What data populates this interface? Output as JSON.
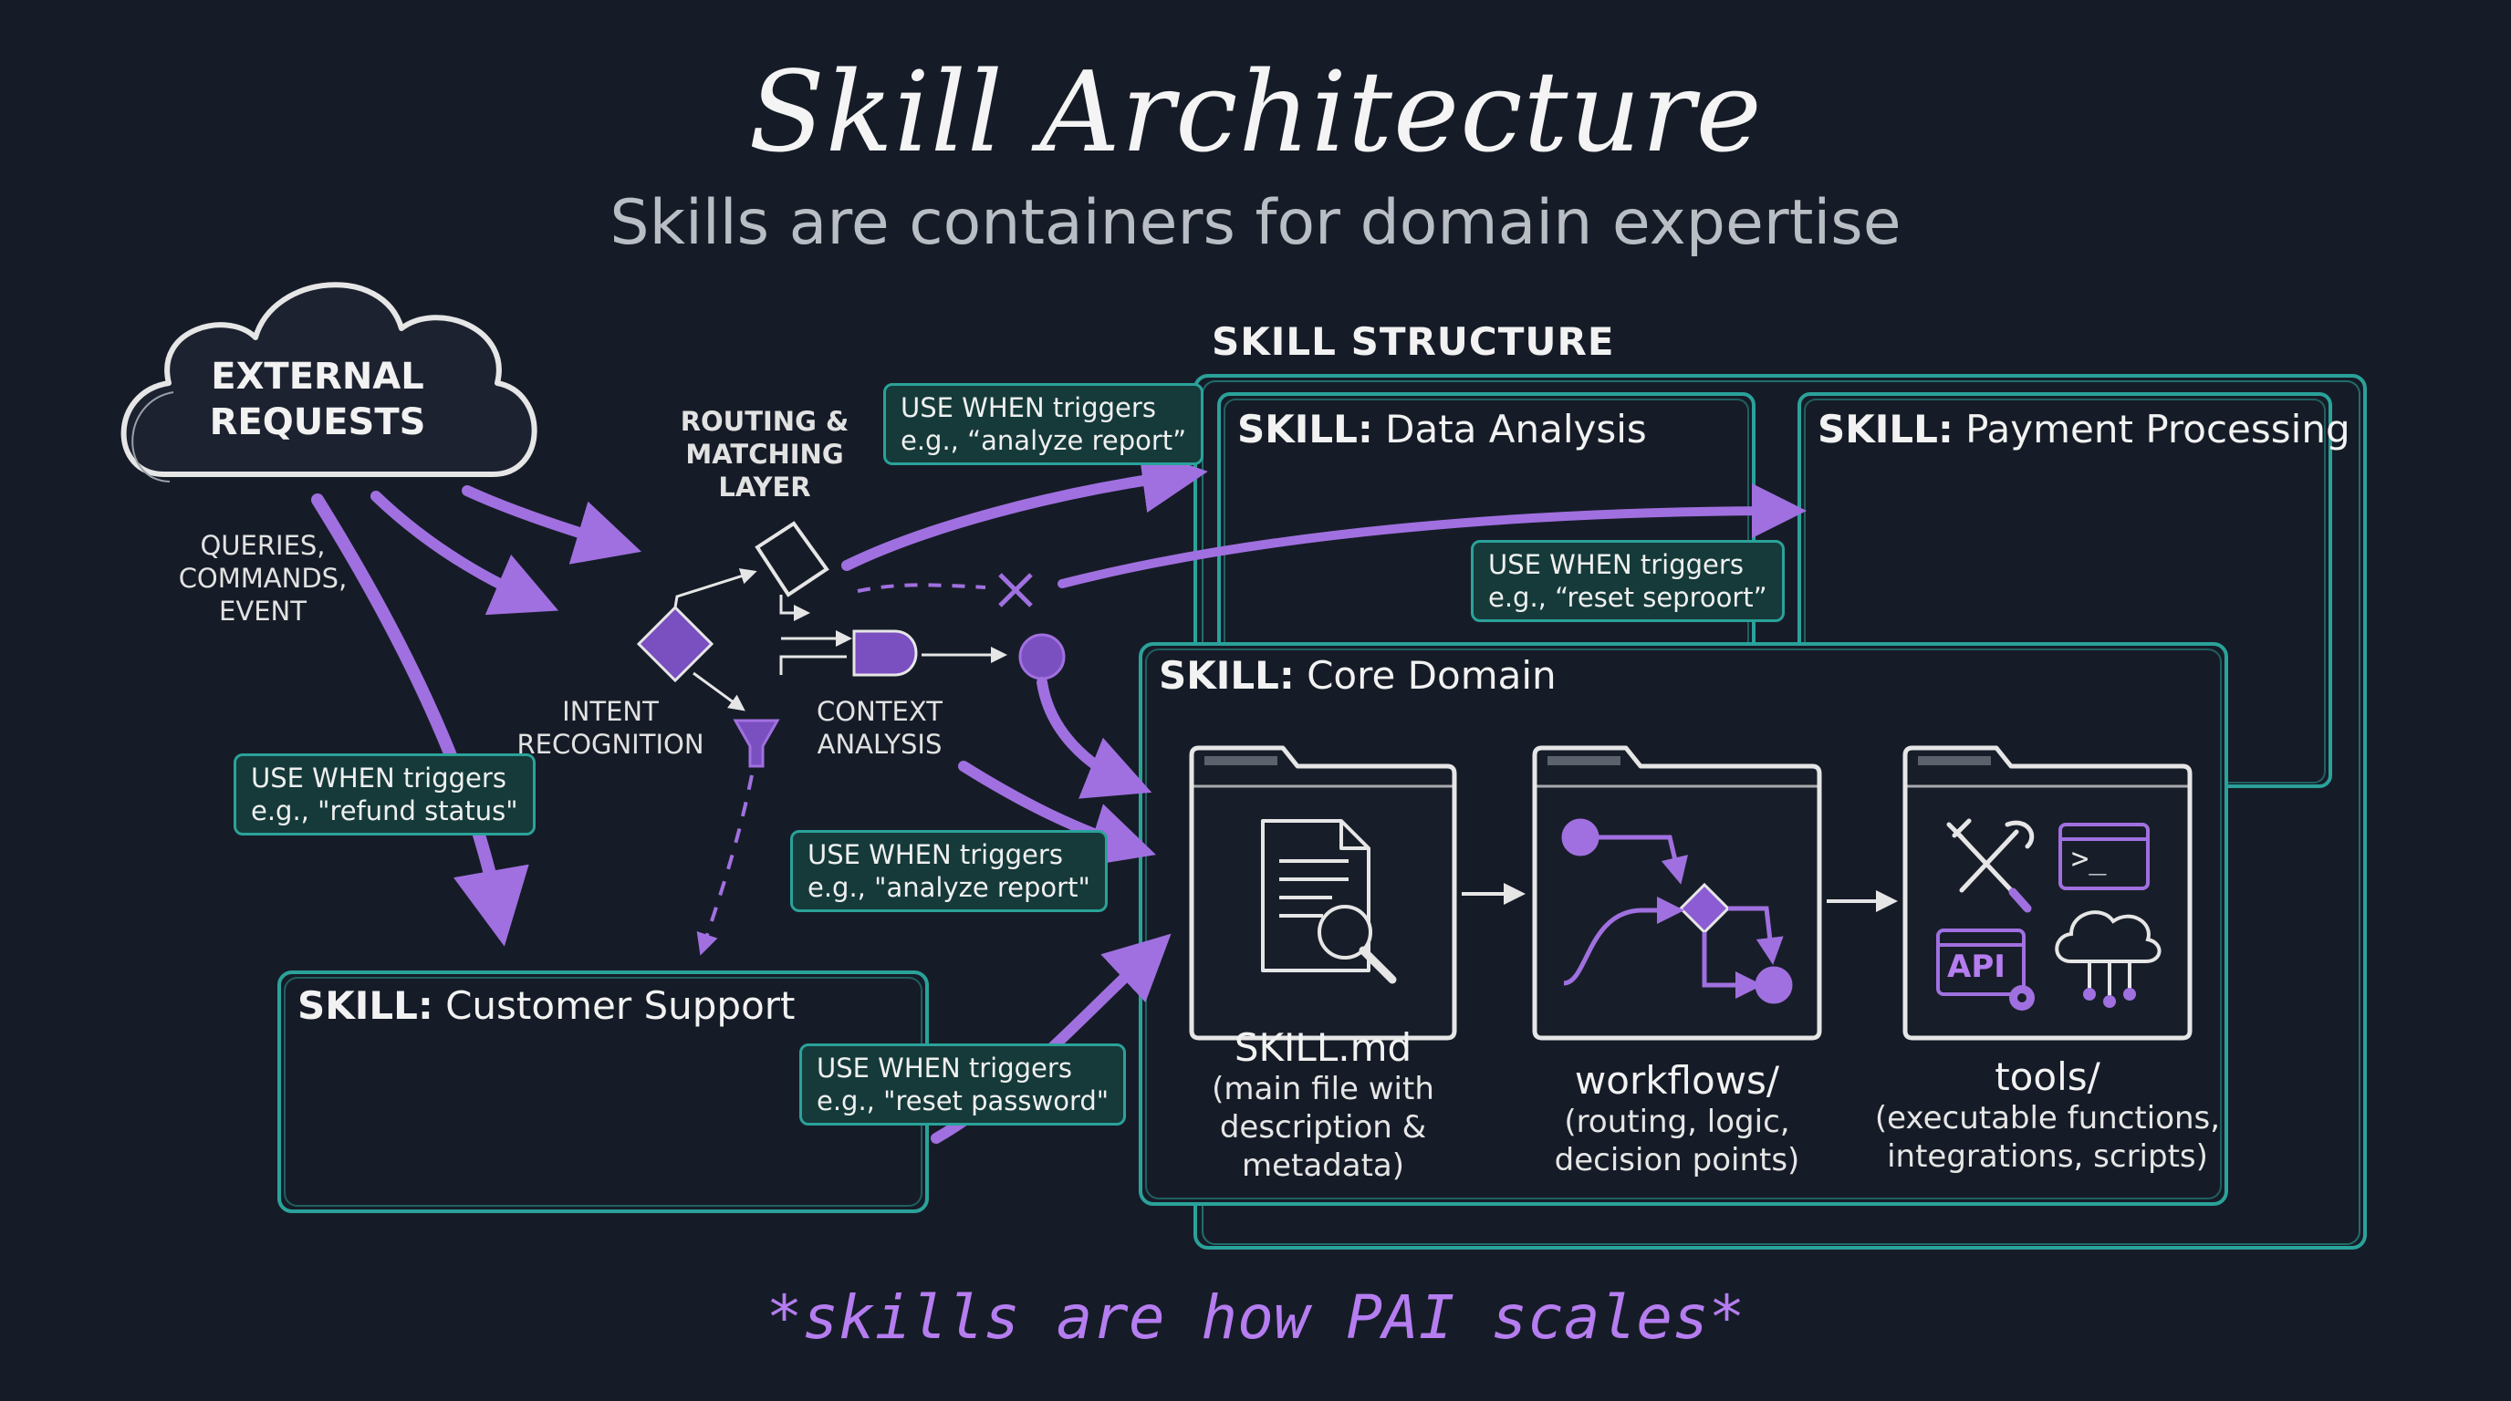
{
  "title": "Skill Architecture",
  "subtitle": "Skills are containers for domain expertise",
  "cloud": {
    "label_line1": "EXTERNAL",
    "label_line2": "REQUESTS"
  },
  "request_types": [
    "QUERIES,",
    "COMMANDS,",
    "EVENT"
  ],
  "routing": {
    "line1": "ROUTING &",
    "line2": "MATCHING",
    "line3": "LAYER"
  },
  "intent": {
    "line1": "INTENT",
    "line2": "RECOGNITION"
  },
  "context": {
    "line1": "CONTEXT",
    "line2": "ANALYSIS"
  },
  "triggers": {
    "data_analysis": {
      "line1": "USE WHEN triggers",
      "line2": "e.g., “analyze report”"
    },
    "payment": {
      "line1": "USE WHEN triggers",
      "line2": "e.g., “reset seproort”"
    },
    "customer_left": {
      "line1": "USE WHEN triggers",
      "line2": "e.g., \"refund status\""
    },
    "core_domain": {
      "line1": "USE WHEN triggers",
      "line2": "e.g., \"analyze report\""
    },
    "customer_bottom": {
      "line1": "USE WHEN triggers",
      "line2": "e.g., \"reset password\""
    }
  },
  "skill_structure_title": "SKILL STRUCTURE",
  "skill_prefix": "SKILL:",
  "skills": {
    "data_analysis": "Data Analysis",
    "payment": "Payment Processing",
    "core": "Core Domain",
    "customer": "Customer Support"
  },
  "folders": [
    {
      "title": "SKILL.md",
      "desc1": "(main file with",
      "desc2": "description &",
      "desc3": "metadata)",
      "icon": "document-search-icon"
    },
    {
      "title": "workflows/",
      "desc1": "(routing, logic,",
      "desc2": "decision points)",
      "desc3": "",
      "icon": "flowchart-icon"
    },
    {
      "title": "tools/",
      "desc1": "(executable functions,",
      "desc2": "integrations, scripts)",
      "desc3": "",
      "icon": "tools-icon"
    }
  ],
  "tools_api_label": "API",
  "terminal_prompt": ">_",
  "footer": "*skills are how PAI scales*",
  "colors": {
    "background": "#161c27",
    "teal": "#2aa29a",
    "purple": "#a070e0",
    "purple_text": "#b57df0",
    "chalk": "#e6e6e6"
  }
}
